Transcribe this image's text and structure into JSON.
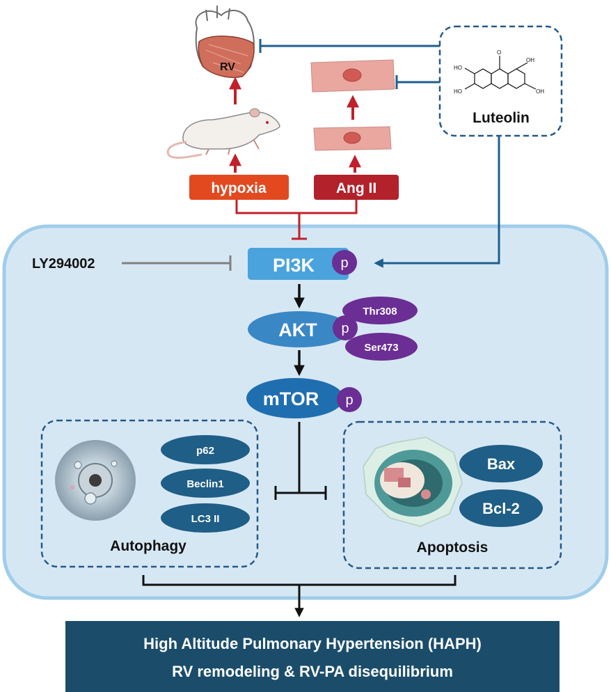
{
  "labels": {
    "rv": "RV",
    "luteolin": "Luteolin",
    "hypoxia": "hypoxia",
    "angii": "Ang II",
    "ly294002": "LY294002",
    "pi3k": "PI3K",
    "p": "p",
    "akt": "AKT",
    "thr308": "Thr308",
    "ser473": "Ser473",
    "mtor": "mTOR",
    "p62": "p62",
    "beclin1": "Beclin1",
    "lc3ii": "LC3 II",
    "autophagy": "Autophagy",
    "bax": "Bax",
    "bcl2": "Bcl-2",
    "apoptosis": "Apoptosis",
    "haph_line1": "High Altitude Pulmonary Hypertension (HAPH)",
    "haph_line2": "RV remodeling & RV-PA disequilibrium"
  },
  "molecule_labels": {
    "o_top": "O",
    "oh_right_top": "OH",
    "oh_right_bottom": "OH",
    "ho_left_top": "HO",
    "ho_left_bottom": "HO"
  },
  "colors": {
    "cell_fill": "#d6e7f4",
    "cell_border": "#9fcdea",
    "inhibit_blue": "#1d5f8e",
    "activate_red": "#c0202a",
    "hypoxia_fill": "#e2491f",
    "angii_fill": "#b3212a",
    "pi3k_fill": "#4aa3dc",
    "akt_fill": "#3a87c6",
    "mtor_fill": "#1f6fb0",
    "phospho_purple": "#6a2e94",
    "marker_blue": "#1f5e86",
    "dashed_border": "#23598a",
    "ly_gray": "#808080",
    "bottom_bar": "#1b4d6b",
    "tissue_pink": "#e9a79f"
  }
}
